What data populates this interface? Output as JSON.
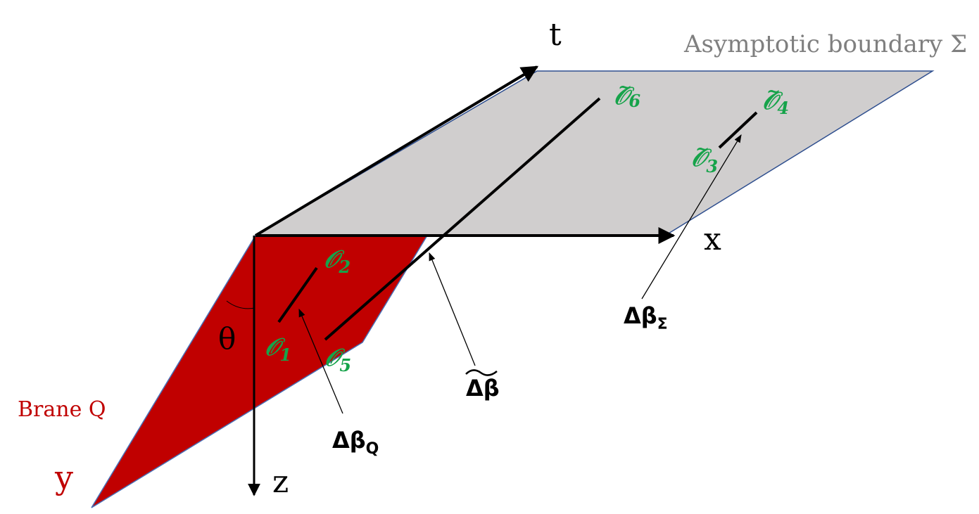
{
  "colors": {
    "boundary_fill": "#d0cece",
    "boundary_edge": "#2f4f8f",
    "brane_fill": "#c00000",
    "operator_green": "#16a34a",
    "boundary_label": "#7f7f7f"
  },
  "axes": {
    "t": "t",
    "x": "x",
    "z": "z",
    "y": "y"
  },
  "angle": "θ",
  "surfaces": {
    "boundary": "Asymptotic boundary Σ",
    "brane": "Brane Q"
  },
  "operators": {
    "o1": {
      "symbol": "𝒪",
      "index": "1",
      "tilde": false
    },
    "o2": {
      "symbol": "𝒪",
      "index": "2",
      "tilde": false
    },
    "o3": {
      "symbol": "𝒪",
      "index": "3",
      "tilde": true
    },
    "o4": {
      "symbol": "𝒪",
      "index": "4",
      "tilde": true
    },
    "o5": {
      "symbol": "𝒪",
      "index": "5",
      "tilde": false
    },
    "o6": {
      "symbol": "𝒪",
      "index": "6",
      "tilde": true
    }
  },
  "intervals": {
    "brane": {
      "main": "Δβ",
      "sub": "Q"
    },
    "boundary": {
      "main": "Δβ",
      "sub": "Σ"
    },
    "crossing": {
      "main": "Δβ",
      "tilde": true
    }
  }
}
